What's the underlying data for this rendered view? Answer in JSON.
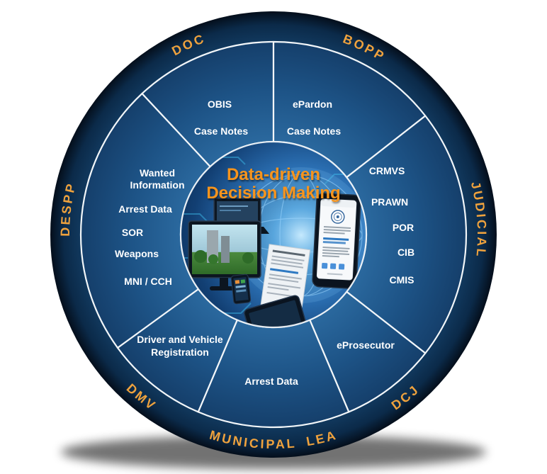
{
  "diagram": {
    "title": {
      "line1": "Data-driven",
      "line2": "Decision Making"
    },
    "colors": {
      "title_orange": "#F7941E",
      "ring_label_orange": "#EFA23D",
      "outer_ring_navy": "#0E3154",
      "segment_blue": "#1D5386",
      "divider_white": "#F2F6F9",
      "system_text_white": "#FFFFFF"
    },
    "ring_labels": {
      "despp": "DESPP",
      "doc": "DOC",
      "bopp": "BOPP",
      "judicial": "JUDICIAL",
      "dcj": "DCJ",
      "municipal_lea": "MUNICIPAL LEA",
      "dmv": "DMV"
    },
    "systems": {
      "doc": [
        [
          "OBIS"
        ],
        [
          "Case Notes"
        ]
      ],
      "bopp": [
        [
          "ePardon"
        ],
        [
          "Case Notes"
        ]
      ],
      "judicial": [
        [
          "CRMVS"
        ],
        [
          "PRAWN"
        ],
        [
          "POR"
        ],
        [
          "CIB"
        ],
        [
          "CMIS"
        ]
      ],
      "dcj": [
        [
          "eProsecutor"
        ]
      ],
      "municipal_lea": [
        [
          "Arrest Data"
        ]
      ],
      "dmv": [
        [
          "Driver and Vehicle",
          "Registration"
        ]
      ],
      "despp": [
        [
          "Wanted",
          "Information"
        ],
        [
          "Arrest Data"
        ],
        [
          "SOR"
        ],
        [
          "Weapons"
        ],
        [
          "MNI / CCH"
        ]
      ]
    }
  }
}
